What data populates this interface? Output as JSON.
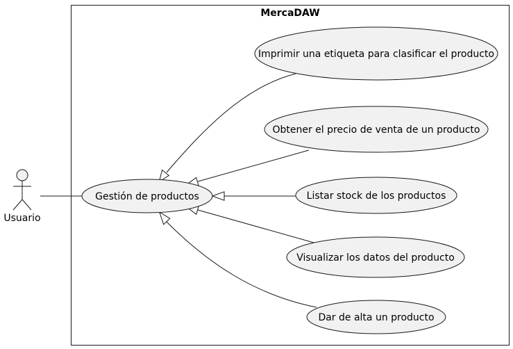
{
  "system": {
    "title": "MercaDAW"
  },
  "actor": {
    "name": "Usuario"
  },
  "main_use_case": {
    "label": "Gestión de productos"
  },
  "use_cases": [
    {
      "id": "imprimir",
      "label": "Imprimir una etiqueta para clasificar el producto"
    },
    {
      "id": "precio",
      "label": "Obtener el precio de venta de un producto"
    },
    {
      "id": "stock",
      "label": "Listar stock de los productos"
    },
    {
      "id": "visualizar",
      "label": "Visualizar los datos del producto"
    },
    {
      "id": "alta",
      "label": "Dar de alta un producto"
    }
  ],
  "colors": {
    "ellipse_fill": "#f1f1f1",
    "stroke": "#181818",
    "background": "#ffffff"
  }
}
